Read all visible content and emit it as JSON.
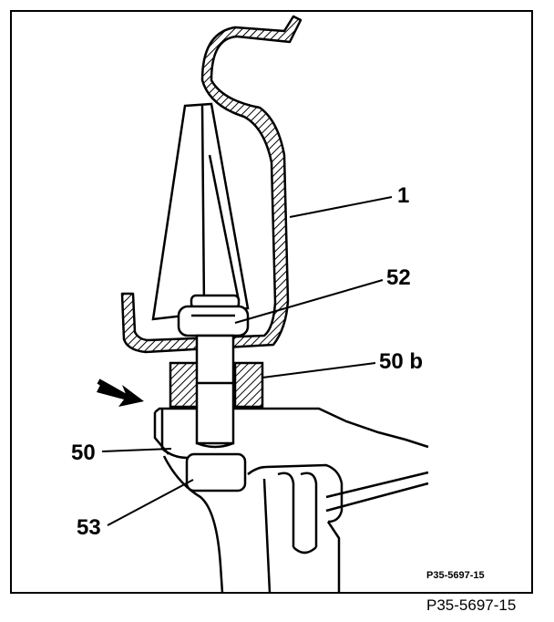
{
  "labels": {
    "part_1": "1",
    "part_52": "52",
    "part_50b": "50 b",
    "part_50": "50",
    "part_53": "53"
  },
  "figure_code_inner": "P35-5697-15",
  "figure_code": "P35-5697-15"
}
